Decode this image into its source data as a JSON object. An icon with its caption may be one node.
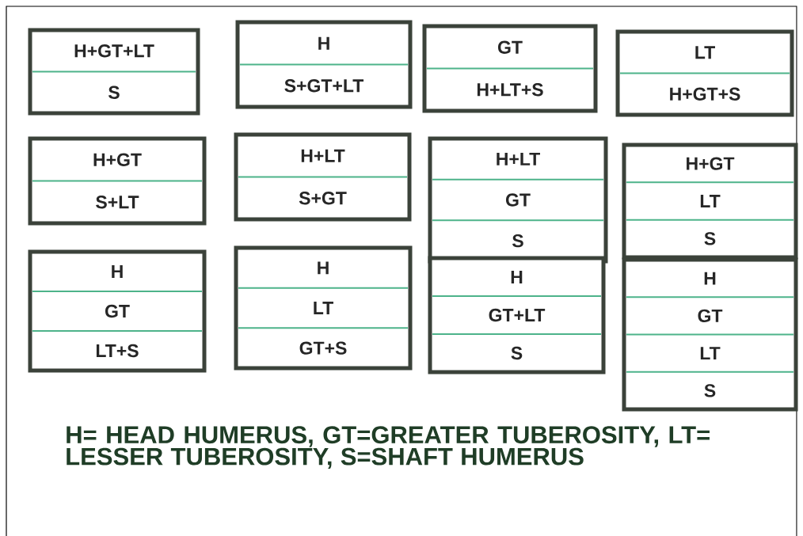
{
  "diagram": {
    "caption": "H= HEAD HUMERUS, GT=GREATER TUBEROSITY, LT= LESSER TUBEROSITY, S=SHAFT HUMERUS",
    "nodes": [
      {
        "text": [
          "H+GT+LT",
          "S"
        ]
      },
      {
        "text": [
          "H",
          "S+GT+LT"
        ]
      },
      {
        "text": [
          "GT",
          "H+LT+S"
        ]
      },
      {
        "text": [
          "LT",
          "H+GT+S"
        ]
      },
      {
        "text": [
          "H+GT",
          "S+LT"
        ]
      },
      {
        "text": [
          "H+LT",
          "S+GT"
        ]
      },
      {
        "text": [
          "H+LT",
          "GT",
          "S"
        ]
      },
      {
        "text": [
          "H+GT",
          "LT",
          "S"
        ]
      },
      {
        "text": [
          "H",
          "GT",
          "LT+S"
        ]
      },
      {
        "text": [
          "H",
          "LT",
          "GT+S"
        ]
      },
      {
        "text": [
          "H",
          "GT+LT",
          "S"
        ]
      },
      {
        "text": [
          "H",
          "GT",
          "LT",
          "S"
        ]
      }
    ]
  }
}
